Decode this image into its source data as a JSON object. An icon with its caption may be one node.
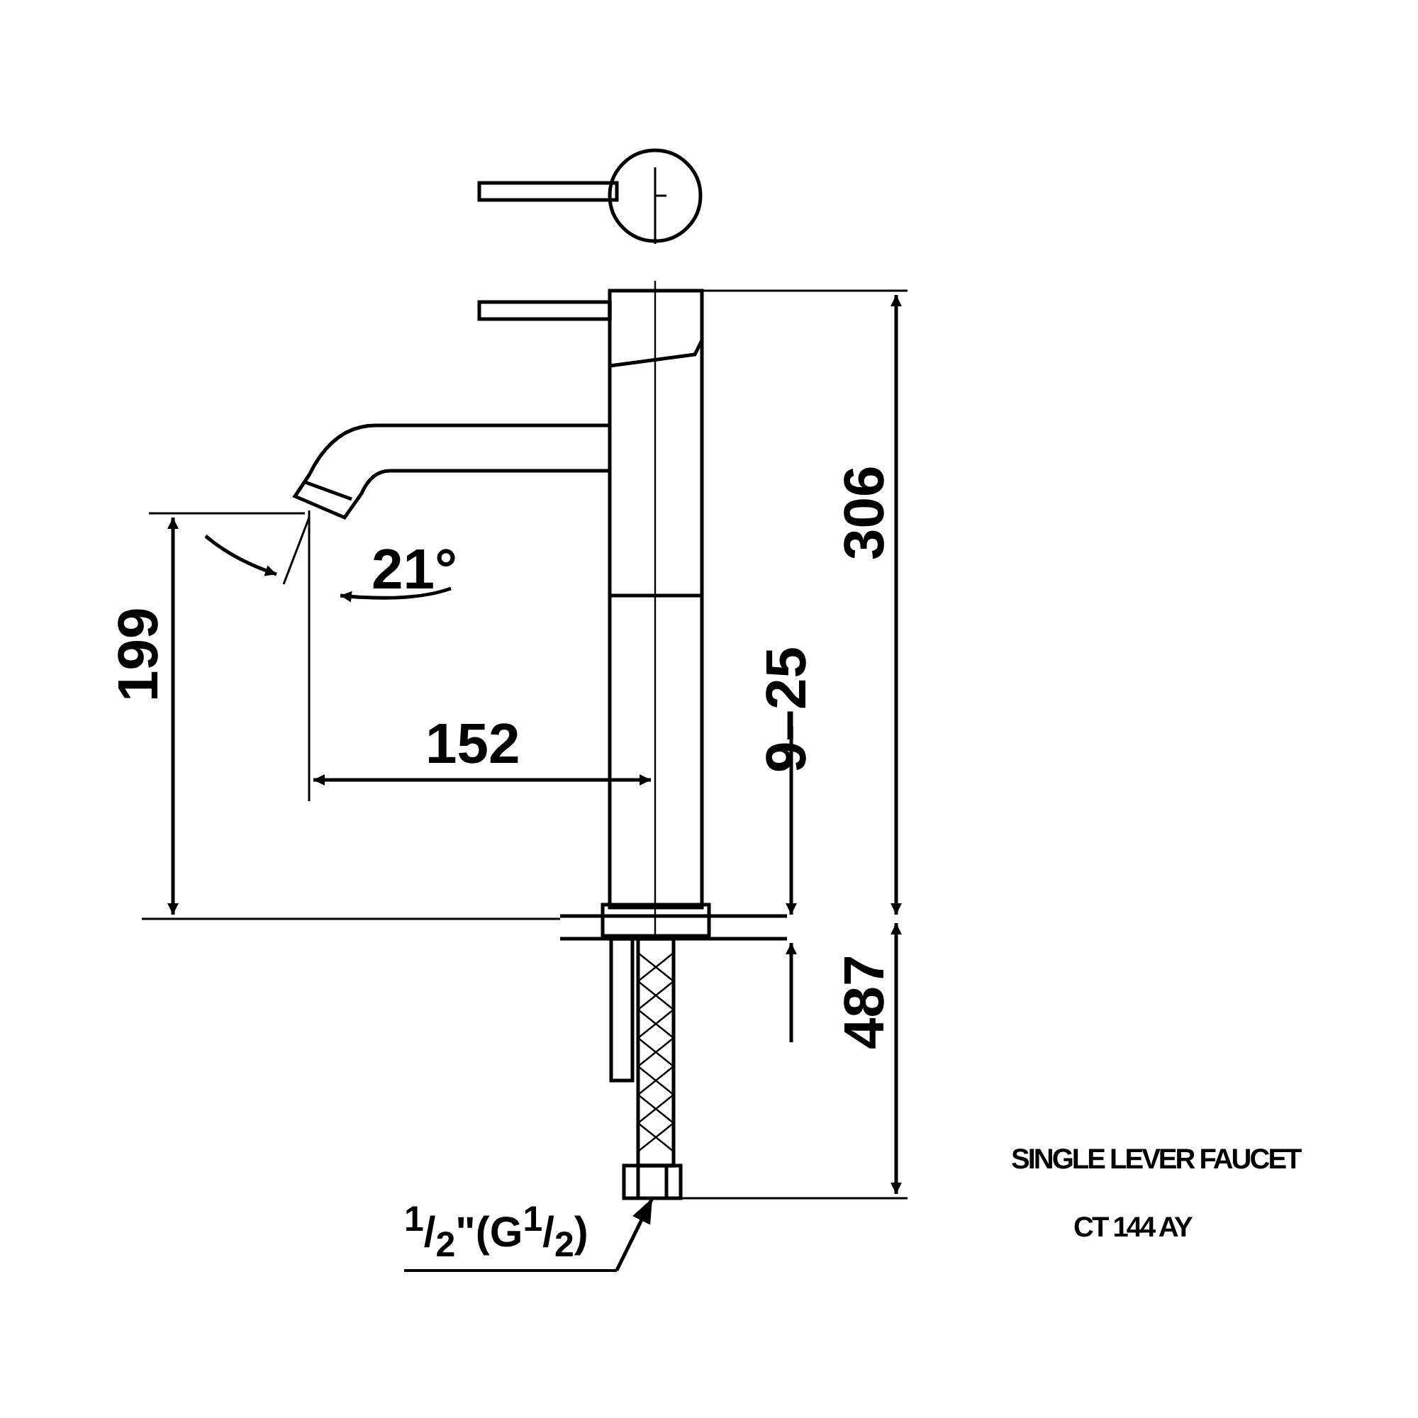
{
  "diagram": {
    "nodes": [
      {
        "text": [
          "$^{1}$/$_{2}$\"(G$^{1}$/$_{2}$)"
        ]
      },
      {
        "text": [],
        "shape": "picture"
      }
    ],
    "edges": [
      {
        "from": 0,
        "to": 1,
        "arrow": "to"
      }
    ],
    "labels": [
      "306",
      "21°",
      "199",
      "152",
      "9–25",
      "487",
      "SINGLE LEVER FAUCET",
      "CT 144 AY"
    ]
  }
}
